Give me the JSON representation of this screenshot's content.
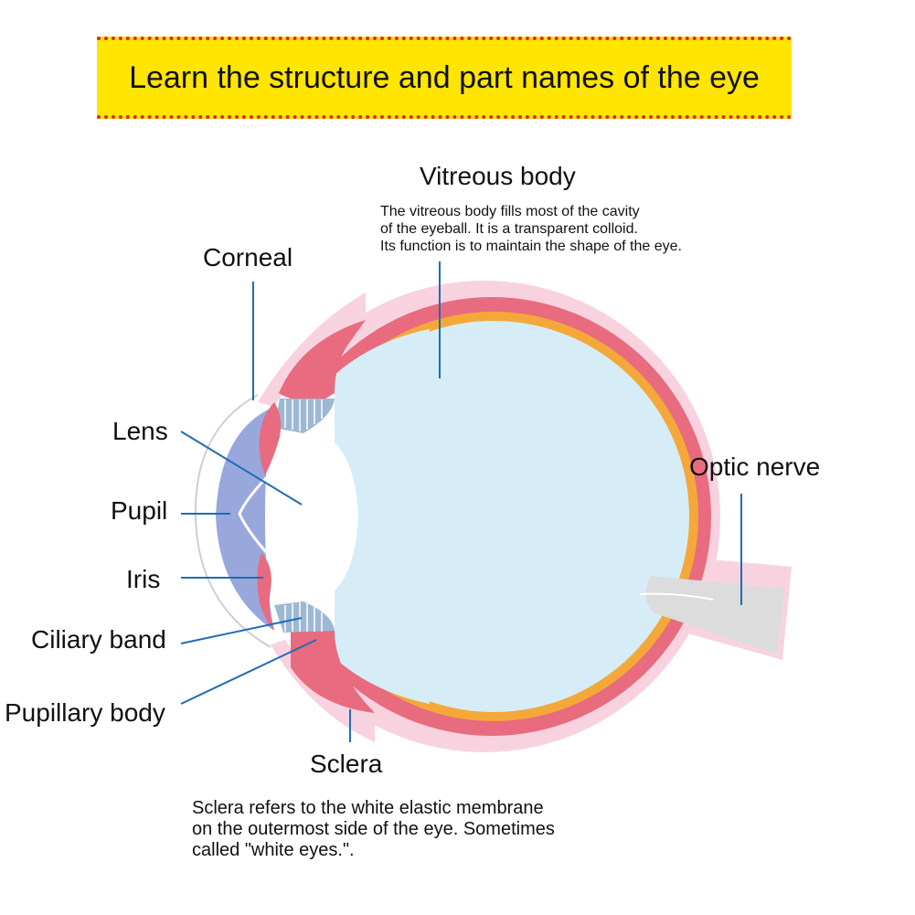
{
  "title": "Learn the structure and part names of the eye",
  "labels": {
    "vitreous_body": "Vitreous body",
    "corneal": "Corneal",
    "lens": "Lens",
    "pupil": "Pupil",
    "iris": "Iris",
    "ciliary_band": "Ciliary band",
    "pupillary_body": "Pupillary body",
    "optic_nerve": "Optic nerve",
    "sclera": "Sclera"
  },
  "descriptions": {
    "vitreous_body": "The vitreous body fills most of the cavity\nof the eyeball. It is a transparent colloid.\nIts function is to maintain the shape of the eye.",
    "sclera": "Sclera refers to the white elastic membrane\non the outermost side of the eye. Sometimes\ncalled \"white eyes.\"."
  },
  "colors": {
    "banner_fill": "#ffe500",
    "banner_border": "#e8231f",
    "leader_line": "#1f6db5",
    "sclera": "#f8d3df",
    "choroid": "#e86b80",
    "retina": "#f4a83a",
    "vitreous": "#d6edf8",
    "iris": "#98a8dc",
    "optic_nerve": "#dcdcdc"
  }
}
